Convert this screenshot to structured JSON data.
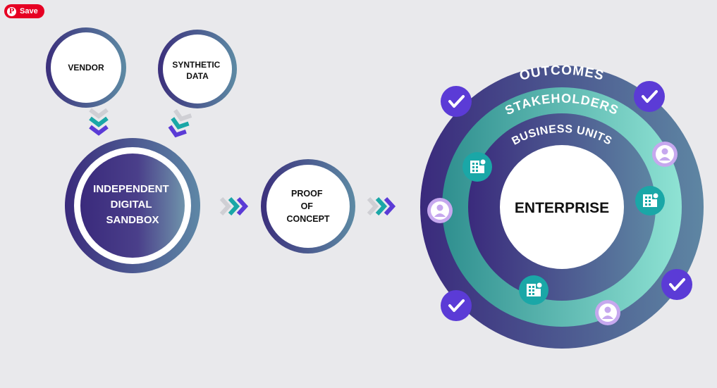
{
  "save_button": {
    "label": "Save",
    "logo": "P"
  },
  "nodes": {
    "vendor": [
      "VENDOR"
    ],
    "synthetic": [
      "SYNTHETIC",
      "DATA"
    ],
    "sandbox": [
      "INDEPENDENT",
      "DIGITAL",
      "SANDBOX"
    ],
    "poc": [
      "PROOF",
      "OF",
      "CONCEPT"
    ]
  },
  "rings": {
    "outer": "OUTCOMES",
    "middle": "STAKEHOLDERS",
    "inner": "BUSINESS UNITS",
    "core": "ENTERPRISE"
  },
  "colors": {
    "purple": "#3a2a7c",
    "teal": "#1aa7a7",
    "check": "#5b3bd6",
    "person": "#c6a8ee",
    "slate": "#5e87a6",
    "mint": "#8fe3d4"
  },
  "icons": {
    "check": "check-icon",
    "person": "person-icon",
    "building": "building-icon",
    "arrow": "chevron-arrow-icon"
  }
}
